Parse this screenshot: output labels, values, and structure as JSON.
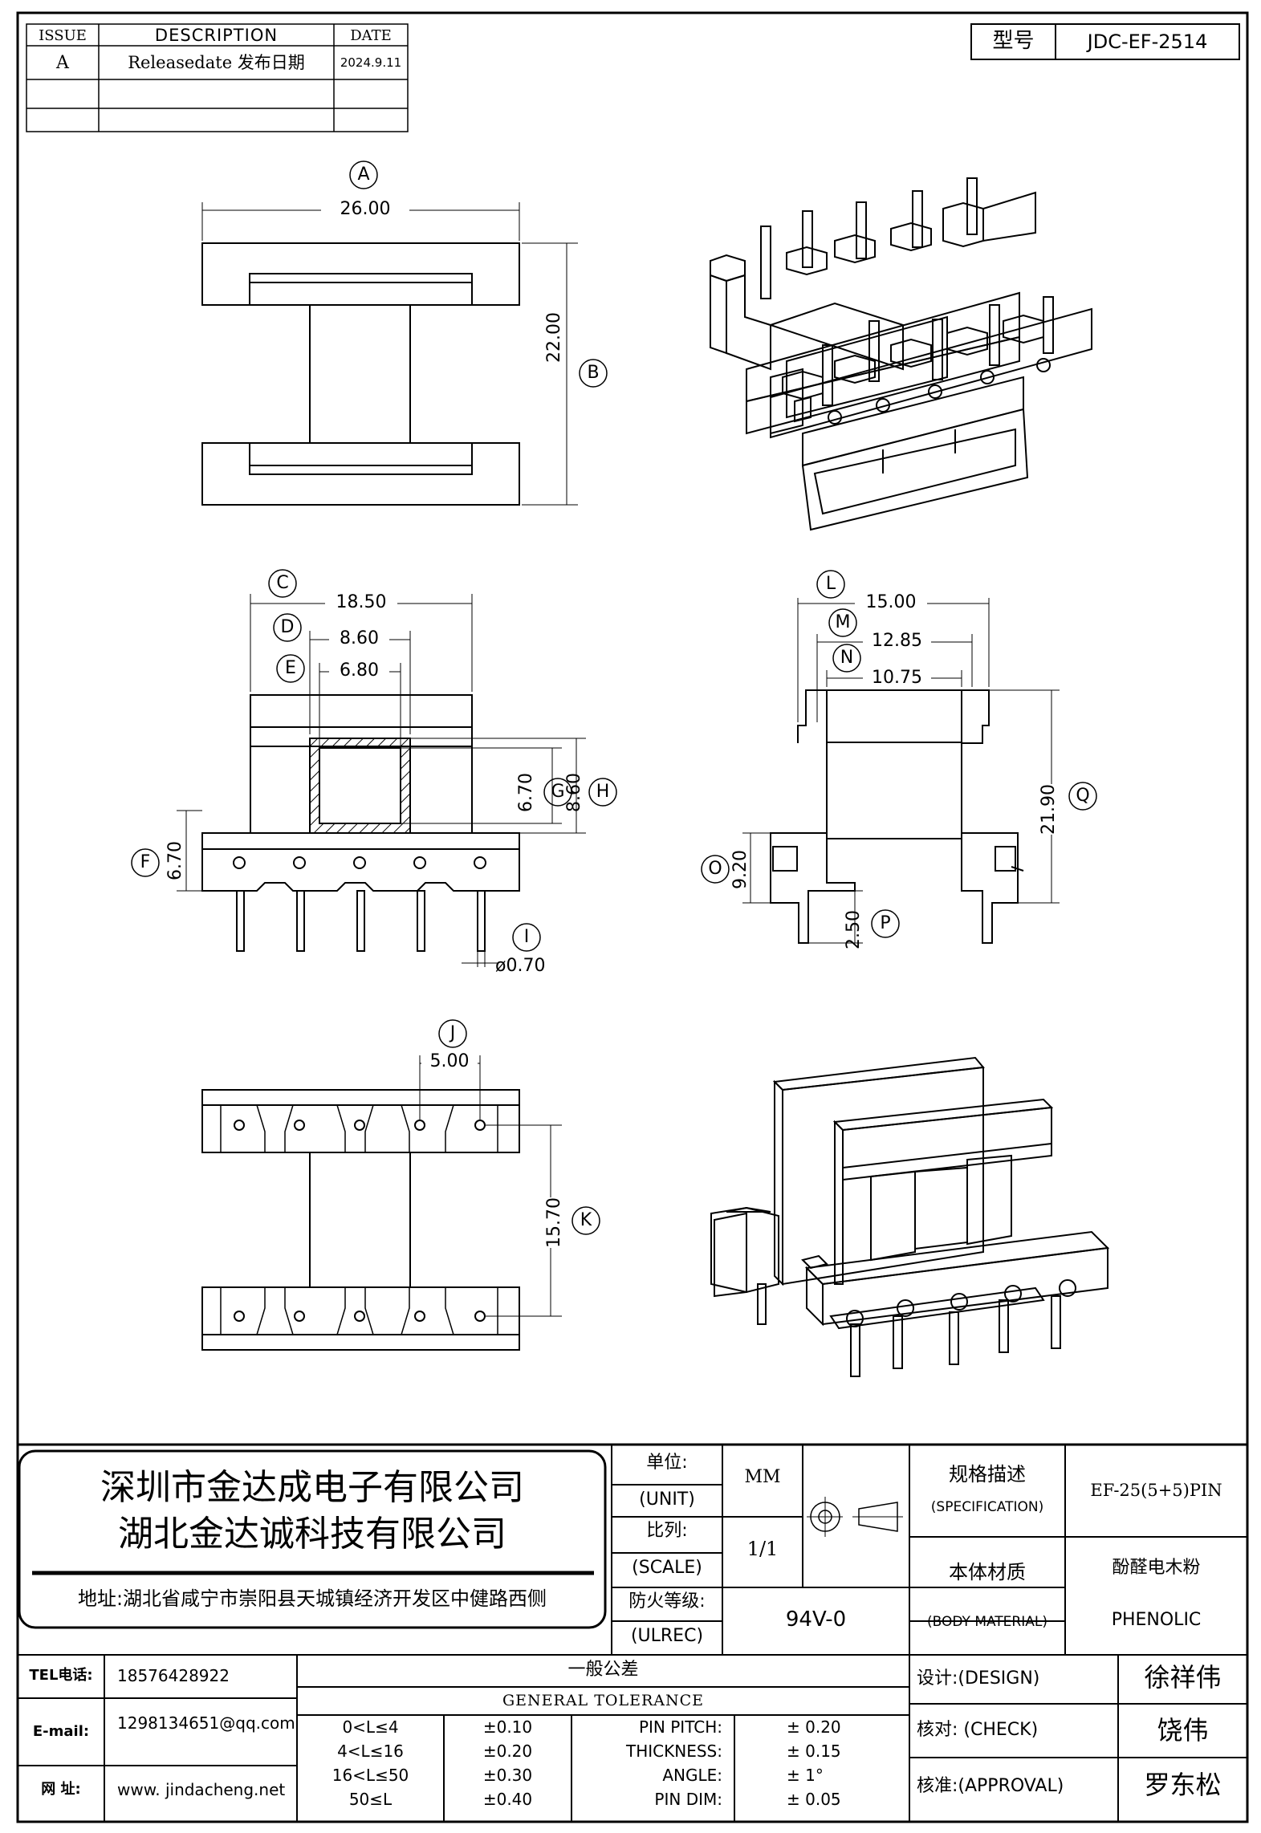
{
  "revision_table": {
    "headers": {
      "issue": "ISSUE",
      "description": "DESCRIPTION",
      "date": "DATE"
    },
    "rows": [
      {
        "issue": "A",
        "description": "Releasedate 发布日期",
        "date": "2024.9.11"
      },
      {
        "issue": "",
        "description": "",
        "date": ""
      },
      {
        "issue": "",
        "description": "",
        "date": ""
      }
    ]
  },
  "model_box": {
    "label": "型号",
    "value": "JDC-EF-2514"
  },
  "dimensions": {
    "A": {
      "tag": "A",
      "value": "26.00"
    },
    "B": {
      "tag": "B",
      "value": "22.00"
    },
    "C": {
      "tag": "C",
      "value": "18.50"
    },
    "D": {
      "tag": "D",
      "value": "8.60"
    },
    "E": {
      "tag": "E",
      "value": "6.80"
    },
    "F": {
      "tag": "F",
      "value": "6.70"
    },
    "G": {
      "tag": "G",
      "value": "6.70"
    },
    "H": {
      "tag": "H",
      "value": "8.60"
    },
    "I": {
      "tag": "I",
      "value": "ø0.70"
    },
    "J": {
      "tag": "J",
      "value": "5.00"
    },
    "K": {
      "tag": "K",
      "value": "15.70"
    },
    "L": {
      "tag": "L",
      "value": "15.00"
    },
    "M": {
      "tag": "M",
      "value": "12.85"
    },
    "N": {
      "tag": "N",
      "value": "10.75"
    },
    "O": {
      "tag": "O",
      "value": "9.20"
    },
    "P": {
      "tag": "P",
      "value": "2.50"
    },
    "Q": {
      "tag": "Q",
      "value": "21.90"
    }
  },
  "title_block": {
    "company_1": "深圳市金达成电子有限公司",
    "company_2": "湖北金达诚科技有限公司",
    "address": "地址:湖北省咸宁市崇阳县天城镇经济开发区中健路西侧",
    "unit_label_cn": "单位:",
    "unit_label_en": "(UNIT)",
    "unit_value": "MM",
    "scale_label_cn": "比列:",
    "scale_label_en": "(SCALE)",
    "scale_value": "1/1",
    "fire_label_cn": "防火等级:",
    "fire_label_en": "(ULREC)",
    "fire_value": "94V-0",
    "spec_label_cn": "规格描述",
    "spec_label_en": "(SPECIFICATION)",
    "spec_value": "EF-25(5+5)PIN",
    "material_label_cn": "本体材质",
    "material_label_en": "(BODY MATERIAL)",
    "material_value_cn": "酚醛电木粉",
    "material_value_en": "PHENOLIC",
    "tel_label": "TEL电话:",
    "tel_value": "18576428922",
    "email_label": "E-mail:",
    "email_value": "1298134651@qq.com",
    "web_label": "网  址:",
    "web_value": "www. jindacheng.net",
    "tolerance_title_cn": "一般公差",
    "tolerance_title_en": "GENERAL TOLERANCE",
    "tolerance_ranges": [
      {
        "range": "0<L≤4",
        "value": "±0.10"
      },
      {
        "range": "4<L≤16",
        "value": "±0.20"
      },
      {
        "range": "16<L≤50",
        "value": "±0.30"
      },
      {
        "range": "50≤L",
        "value": "±0.40"
      }
    ],
    "tolerance_specs": [
      {
        "label": "PIN PITCH:",
        "value": "± 0.20"
      },
      {
        "label": "THICKNESS:",
        "value": "± 0.15"
      },
      {
        "label": "ANGLE:",
        "value": "± 1°"
      },
      {
        "label": "PIN DIM:",
        "value": "± 0.05"
      }
    ],
    "design_label": "设计:(DESIGN)",
    "design_value": "徐祥伟",
    "check_label": "核对: (CHECK)",
    "check_value": "饶伟",
    "approval_label": "核准:(APPROVAL)",
    "approval_value": "罗东松"
  }
}
